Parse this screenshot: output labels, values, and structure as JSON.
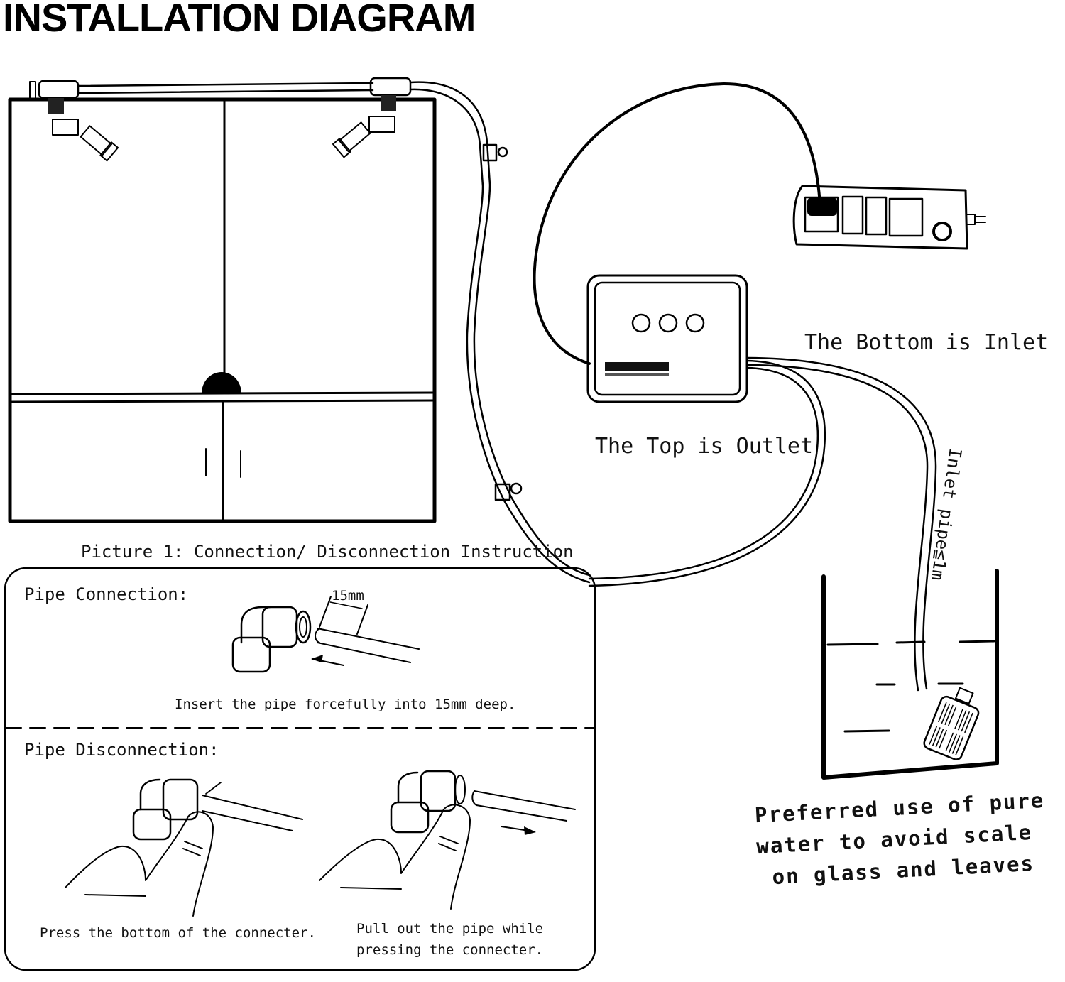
{
  "title": "INSTALLATION DIAGRAM",
  "labels": {
    "bottom_inlet": "The Bottom is Inlet",
    "top_outlet": "The Top is Outlet",
    "inlet_pipe": "Inlet pipe≦1m",
    "pure_water_note": [
      "Preferred use of pure",
      "water to avoid scale",
      "on glass and leaves"
    ]
  },
  "instructions": {
    "caption": "Picture 1: Connection/ Disconnection Instruction",
    "connection": {
      "heading": "Pipe Connection:",
      "dimension": "15mm",
      "text": "Insert the pipe forcefully into 15mm deep."
    },
    "disconnection": {
      "heading": "Pipe Disconnection:",
      "step1": "Press the bottom of the connecter.",
      "step2": [
        "Pull out the pipe while",
        "pressing the connecter."
      ]
    }
  },
  "components": {
    "tank": "aquarium-cabinet",
    "controller": "misting-pump-controller",
    "power_strip": "power-strip",
    "reservoir": "water-reservoir"
  }
}
